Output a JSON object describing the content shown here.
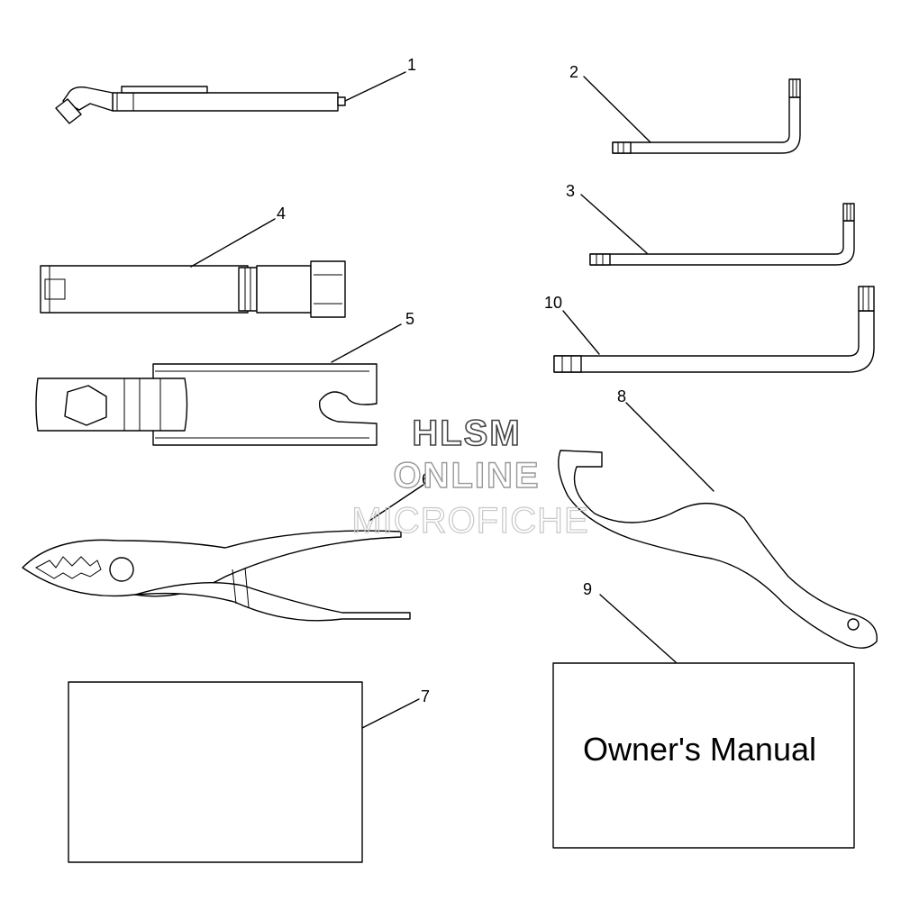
{
  "diagram": {
    "callouts": [
      {
        "id": "1",
        "text": "1"
      },
      {
        "id": "2",
        "text": "2"
      },
      {
        "id": "3",
        "text": "3"
      },
      {
        "id": "4",
        "text": "4"
      },
      {
        "id": "5",
        "text": "5"
      },
      {
        "id": "6",
        "text": "6"
      },
      {
        "id": "7",
        "text": "7"
      },
      {
        "id": "8",
        "text": "8"
      },
      {
        "id": "9",
        "text": "9"
      },
      {
        "id": "10",
        "text": "10"
      }
    ],
    "manual_label": "Owner's Manual",
    "watermark": {
      "line1": "HLSM",
      "line2": "ONLINE",
      "line3": "MICROFICHE"
    }
  }
}
